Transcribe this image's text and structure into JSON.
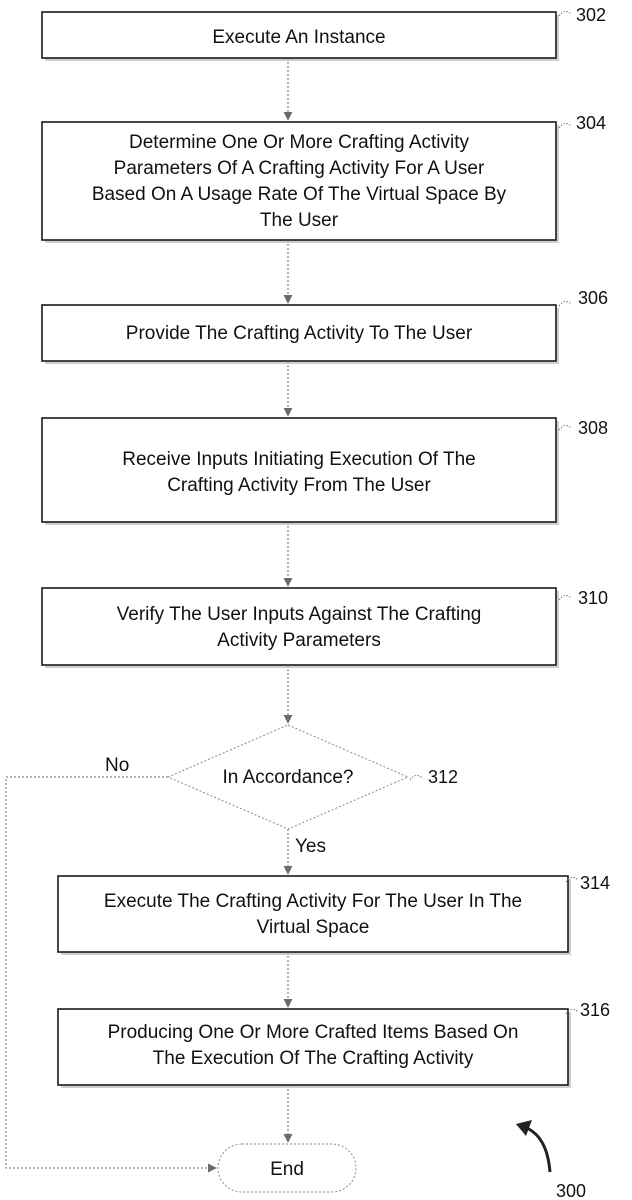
{
  "figure_ref": "300",
  "steps": [
    {
      "ref": "302",
      "lines": [
        "Execute An Instance"
      ]
    },
    {
      "ref": "304",
      "lines": [
        "Determine One Or More Crafting Activity",
        "Parameters Of A Crafting Activity For A User",
        "Based On A Usage Rate Of The Virtual Space By",
        "The User"
      ]
    },
    {
      "ref": "306",
      "lines": [
        "Provide The Crafting Activity To The User"
      ]
    },
    {
      "ref": "308",
      "lines": [
        "Receive Inputs Initiating Execution Of The",
        "Crafting Activity From The User"
      ]
    },
    {
      "ref": "310",
      "lines": [
        "Verify The User Inputs Against The Crafting",
        "Activity Parameters"
      ]
    },
    {
      "ref": "314",
      "lines": [
        "Execute The Crafting Activity For The User In The",
        "Virtual Space"
      ]
    },
    {
      "ref": "316",
      "lines": [
        "Producing One Or More Crafted Items Based On",
        "The Execution Of The Crafting Activity"
      ]
    }
  ],
  "decision": {
    "ref": "312",
    "label": "In Accordance?",
    "no_label": "No",
    "yes_label": "Yes"
  },
  "end": {
    "label": "End"
  }
}
